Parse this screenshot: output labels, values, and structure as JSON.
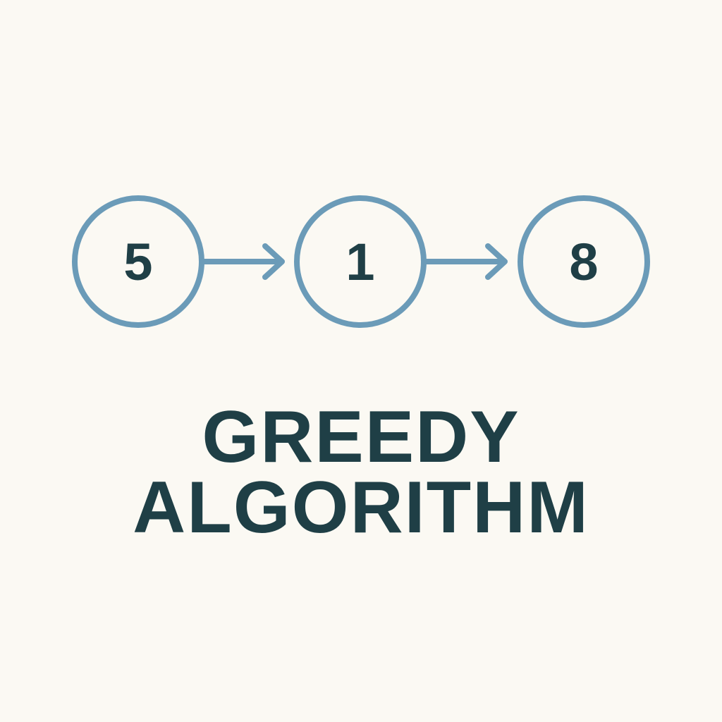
{
  "nodes": [
    {
      "label": "5"
    },
    {
      "label": "1"
    },
    {
      "label": "8"
    }
  ],
  "title": {
    "line1": "GREEDY",
    "line2": "ALGORITHM"
  },
  "colors": {
    "background": "#fbf9f3",
    "node_stroke": "#6b9bb8",
    "arrow": "#6b9bb8",
    "text": "#1f3f46"
  }
}
